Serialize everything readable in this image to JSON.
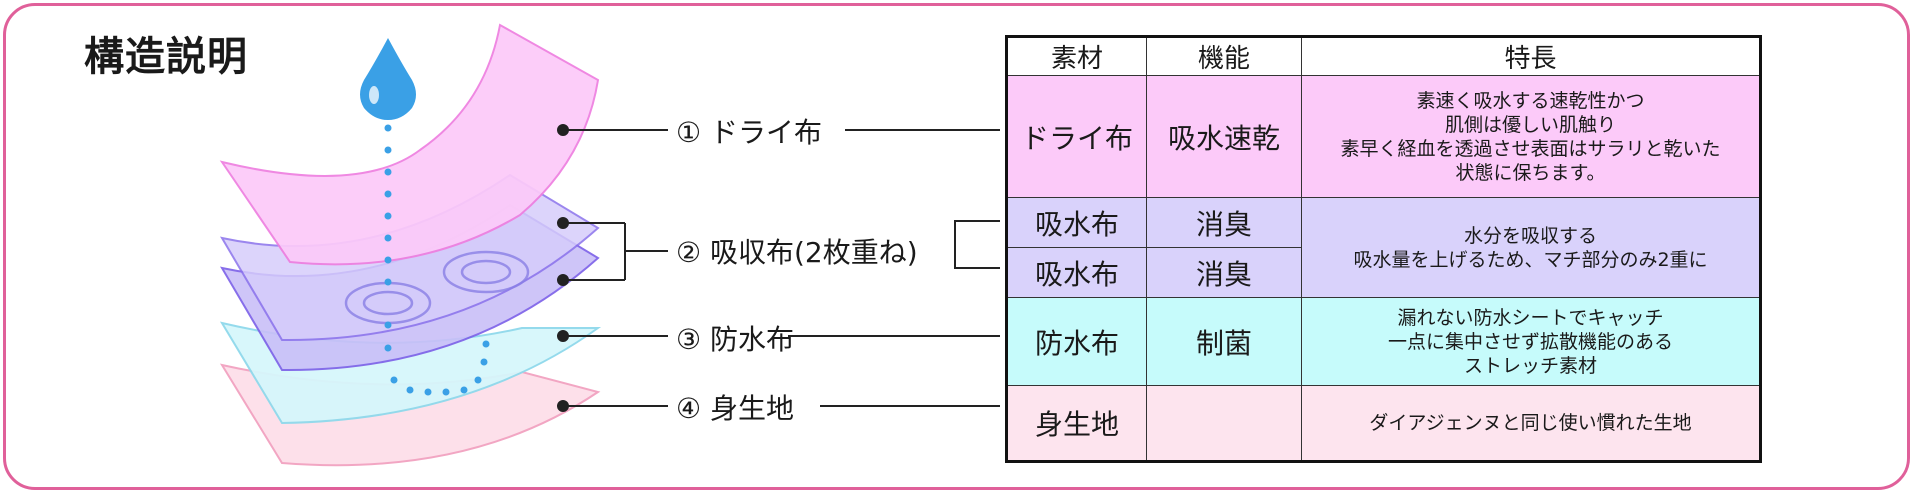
{
  "title": "構造説明",
  "layers": [
    {
      "label": "① ドライ布"
    },
    {
      "label": "② 吸収布(2枚重ね)"
    },
    {
      "label": "③ 防水布"
    },
    {
      "label": "④ 身生地"
    }
  ],
  "table": {
    "headers": [
      "素材",
      "機能",
      "特長"
    ],
    "rows": [
      {
        "material": "ドライ布",
        "function": "吸水速乾",
        "feature": [
          "素速く吸水する速乾性かつ",
          "肌側は優しい肌触り",
          "素早く経血を透過させ表面はサラリと乾いた",
          "状態に保ちます。"
        ]
      },
      {
        "material": "吸水布",
        "function": "消臭",
        "feature": [
          "水分を吸収する",
          "吸水量を上げるため、マチ部分のみ2重に"
        ]
      },
      {
        "material": "吸水布",
        "function": "消臭"
      },
      {
        "material": "防水布",
        "function": "制菌",
        "feature": [
          "漏れない防水シートでキャッチ",
          "一点に集中させず拡散機能のある",
          "ストレッチ素材"
        ]
      },
      {
        "material": "身生地",
        "function": "",
        "feature": [
          "ダイアジェンヌと同じ使い慣れた生地"
        ]
      }
    ]
  },
  "colors": {
    "frame": "#e0609a",
    "dry_layer": "#fccaf9",
    "absorb_layer": "#d2c8fb",
    "waterproof_layer": "#d6f7fb",
    "body_layer": "#fde0ea",
    "drop": "#3aa0e6"
  },
  "icons": [
    "water-drop-icon",
    "absorption-ripple-icon"
  ]
}
